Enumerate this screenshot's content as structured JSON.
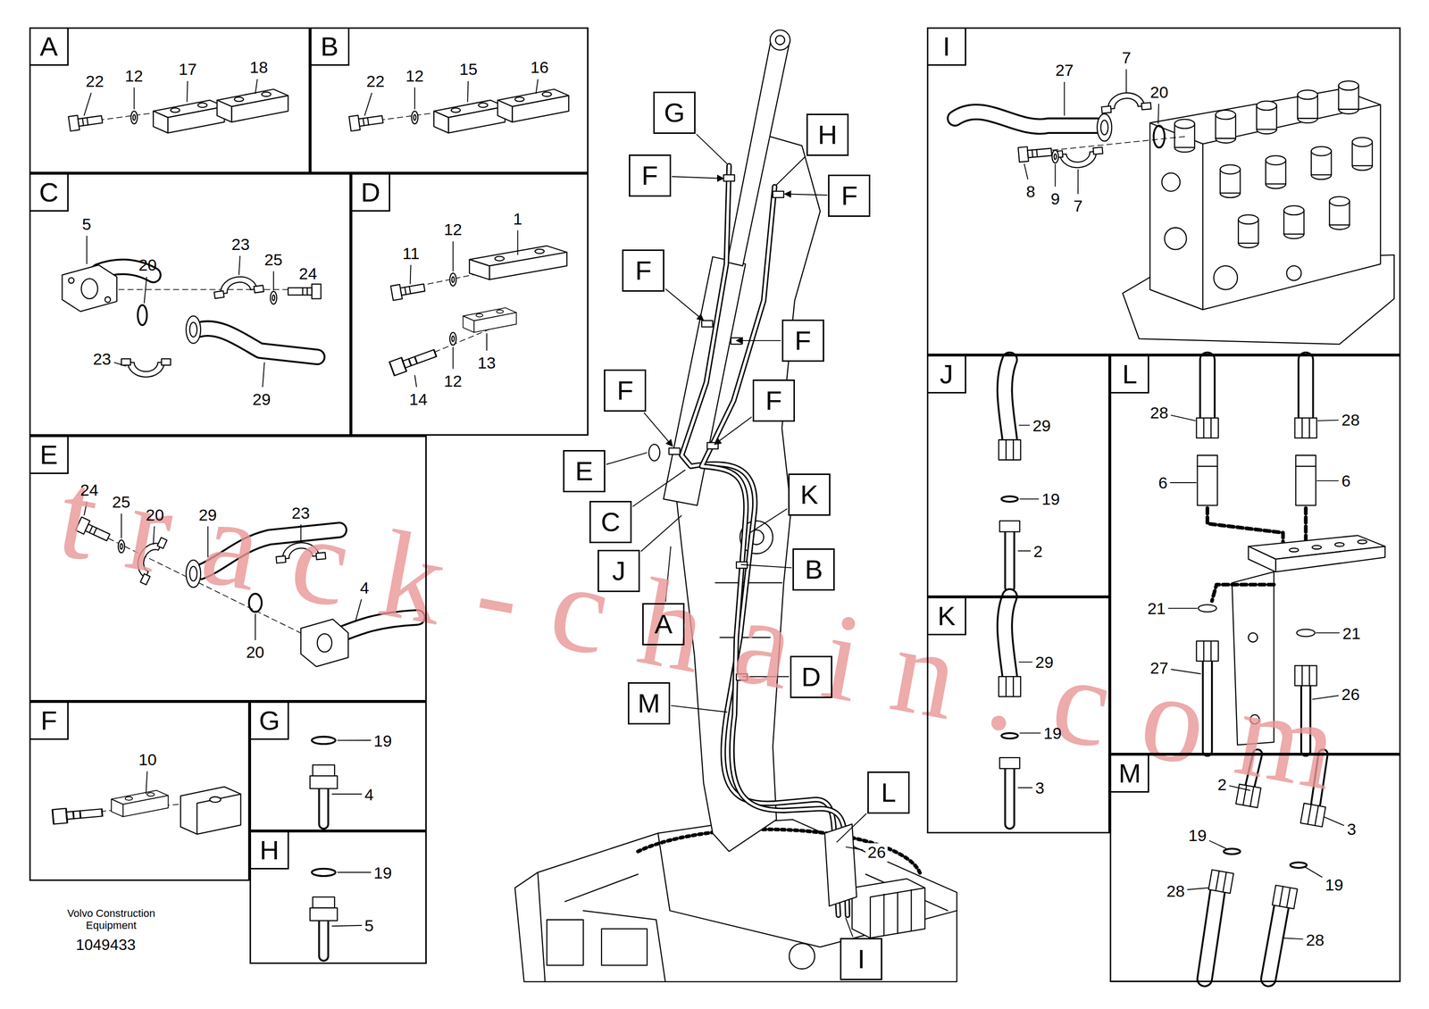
{
  "diagram": {
    "nodes": [
      {
        "text": [
          "A",
          "22",
          "12",
          "17",
          "18"
        ]
      },
      {
        "text": [
          "B",
          "22",
          "12",
          "15",
          "16"
        ]
      },
      {
        "text": [
          "C",
          "5",
          "20",
          "23",
          "25",
          "24",
          "23",
          "29"
        ]
      },
      {
        "text": [
          "D",
          "1",
          "12",
          "11",
          "12",
          "13",
          "14"
        ]
      },
      {
        "text": [
          "E",
          "24",
          "25",
          "20",
          "29",
          "23",
          "4",
          "20"
        ]
      },
      {
        "text": [
          "F",
          "10"
        ]
      },
      {
        "text": [
          "G",
          "19",
          "4"
        ]
      },
      {
        "text": [
          "H",
          "19",
          "5"
        ]
      },
      {
        "text": [
          "G"
        ]
      },
      {
        "text": [
          "F"
        ]
      },
      {
        "text": [
          "H"
        ]
      },
      {
        "text": [
          "F"
        ]
      },
      {
        "text": [
          "F"
        ]
      },
      {
        "text": [
          "F"
        ]
      },
      {
        "text": [
          "F"
        ]
      },
      {
        "text": [
          "F"
        ]
      },
      {
        "text": [
          "E"
        ]
      },
      {
        "text": [
          "C"
        ]
      },
      {
        "text": [
          "K"
        ]
      },
      {
        "text": [
          "J"
        ]
      },
      {
        "text": [
          "B"
        ]
      },
      {
        "text": [
          "A"
        ]
      },
      {
        "text": [
          "D"
        ]
      },
      {
        "text": [
          "M"
        ]
      },
      {
        "text": [
          "L"
        ]
      },
      {
        "text": [
          "I"
        ]
      },
      {
        "text": [
          "I",
          "27",
          "7",
          "20",
          "8",
          "9",
          "7"
        ]
      },
      {
        "text": [
          "J",
          "29",
          "19",
          "2"
        ]
      },
      {
        "text": [
          "K",
          "29",
          "19",
          "3"
        ]
      },
      {
        "text": [
          "L",
          "28",
          "28",
          "6",
          "6",
          "21",
          "21",
          "27",
          "26"
        ]
      },
      {
        "text": [
          "M",
          "2",
          "3",
          "19",
          "19",
          "28",
          "28"
        ]
      }
    ],
    "labels": [
      "26",
      "Volvo Construction Equipment",
      "1049433",
      "track-chain.com"
    ]
  }
}
